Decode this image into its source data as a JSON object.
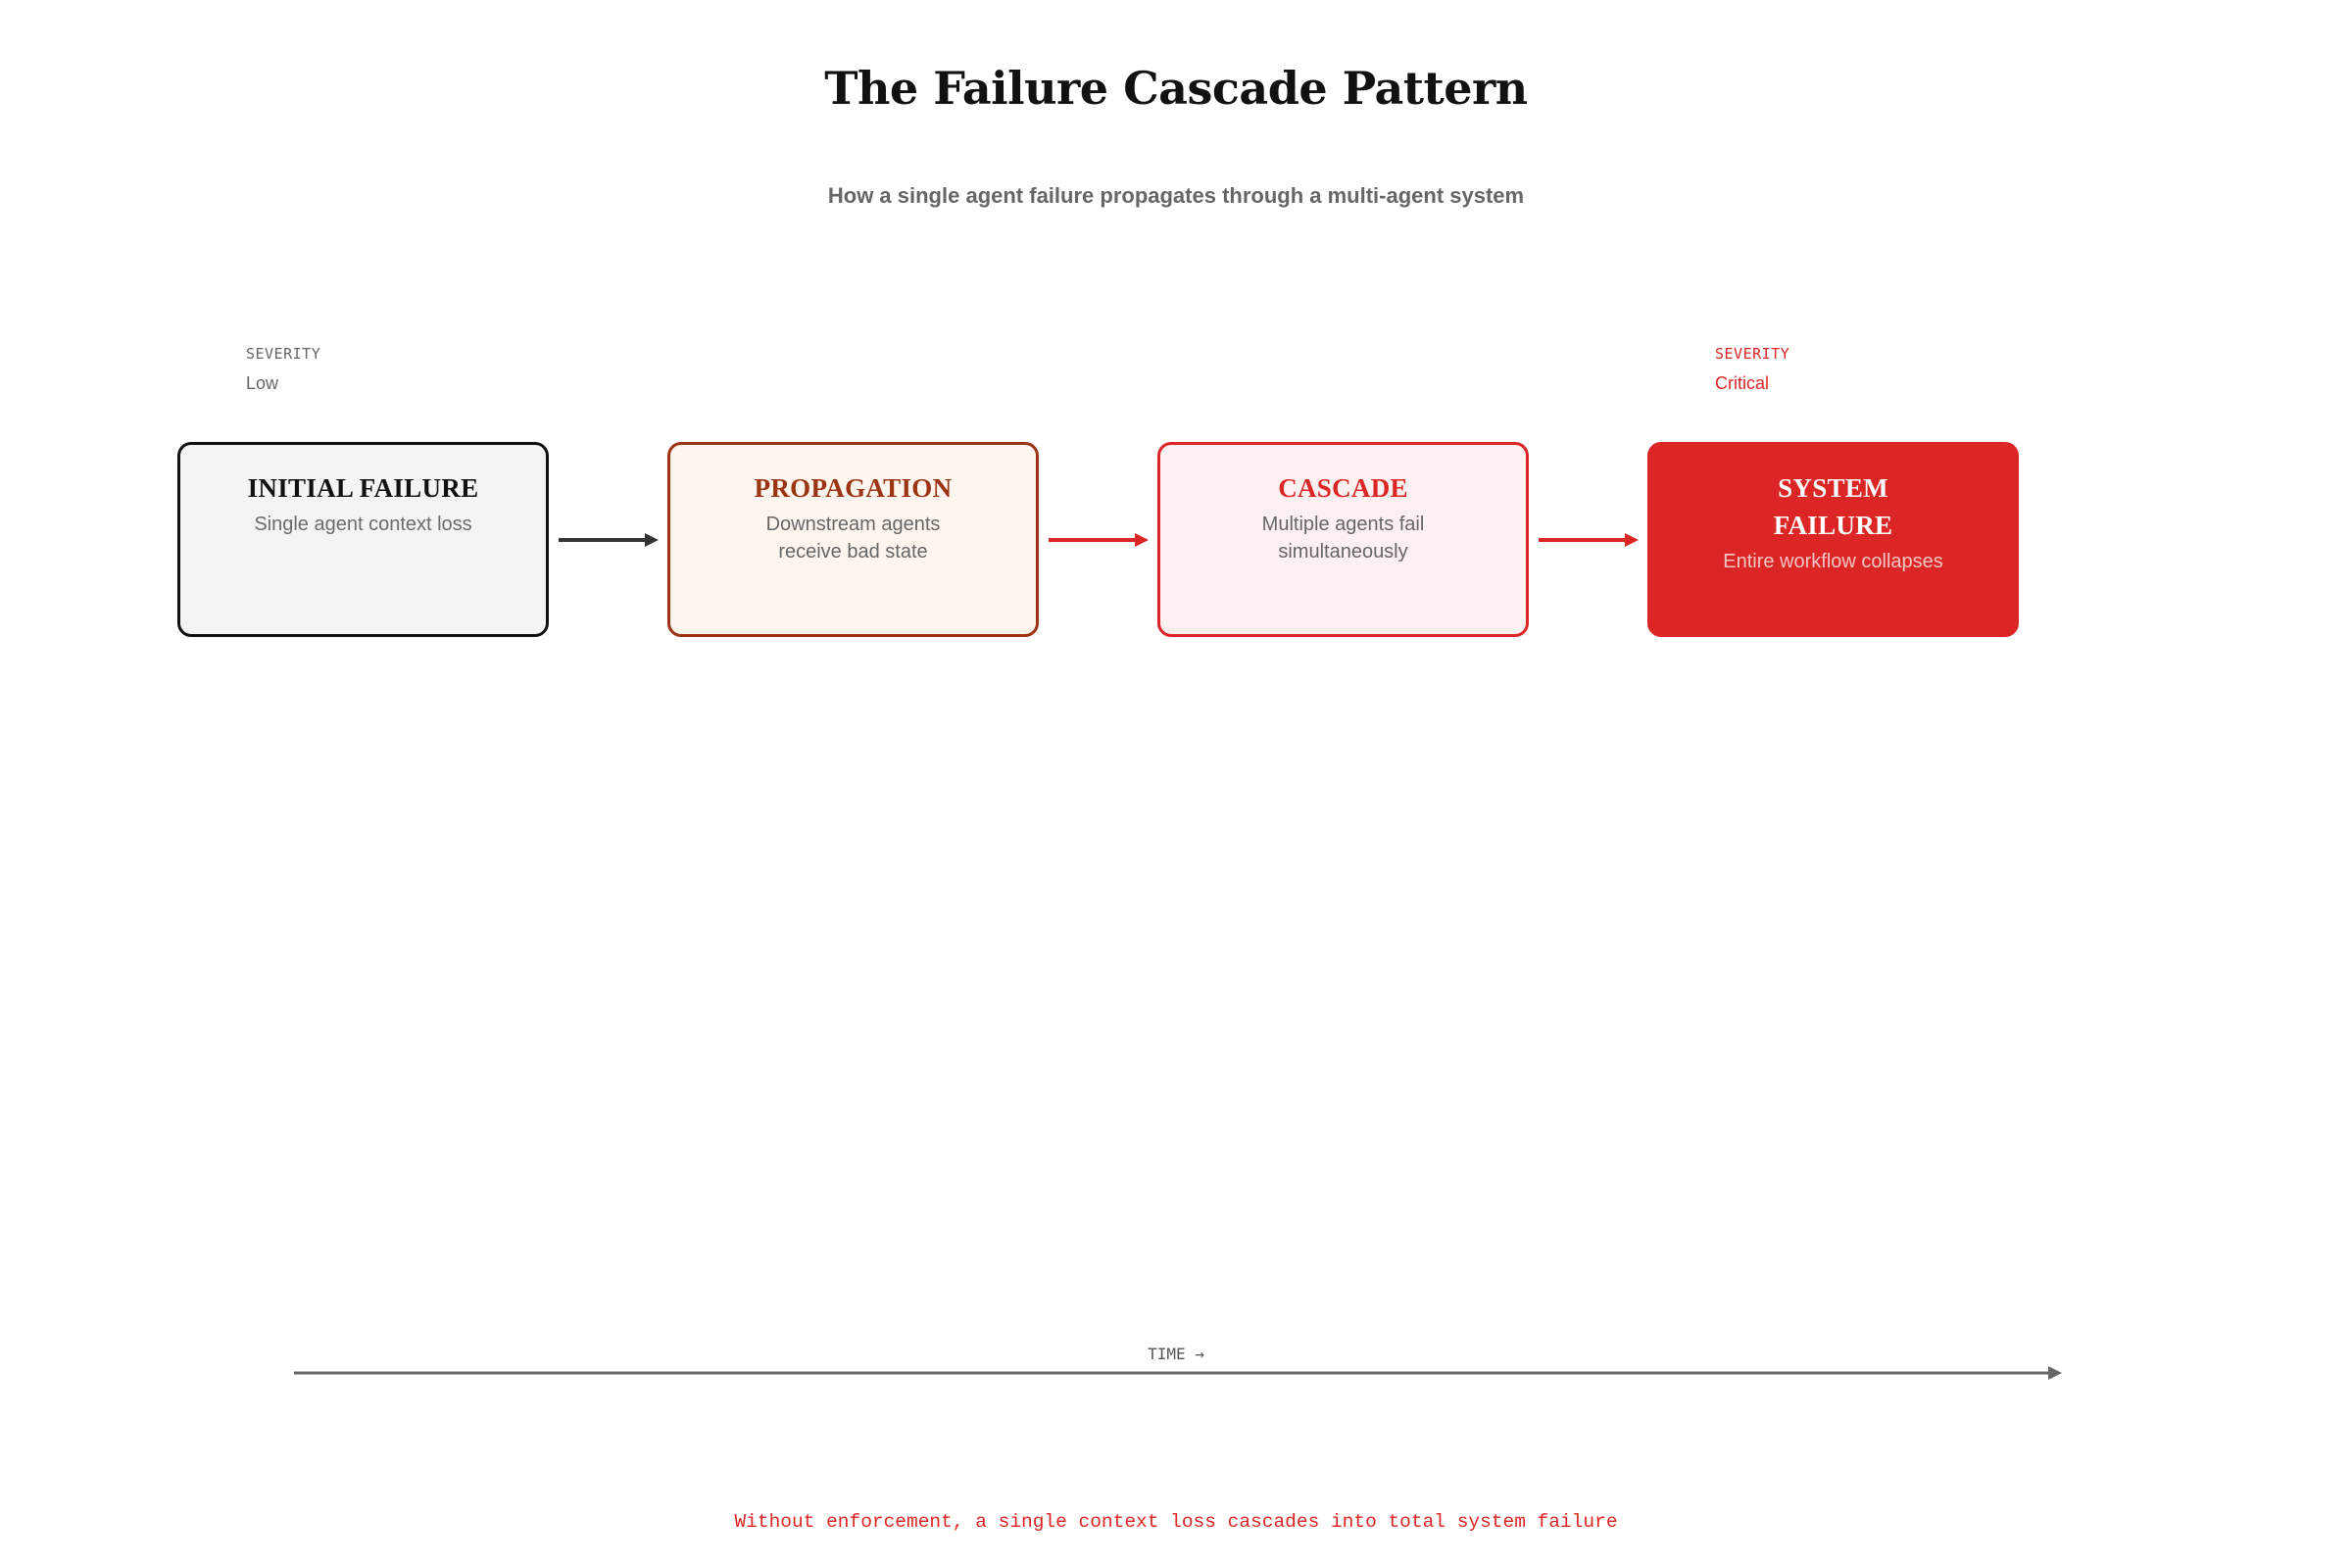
{
  "header": {
    "title": "The Failure Cascade Pattern",
    "subtitle": "How a single agent failure propagates through a multi-agent system"
  },
  "severity": {
    "start": {
      "label": "SEVERITY",
      "value": "Low",
      "color": "#666666"
    },
    "end": {
      "label": "SEVERITY",
      "value": "Critical",
      "color": "#dc2626"
    }
  },
  "stages": [
    {
      "title": "INITIAL FAILURE",
      "description": "Single agent context loss",
      "border": "#111111",
      "background": "#f4f4f4",
      "title_color": "#111111"
    },
    {
      "title": "PROPAGATION",
      "description": "Downstream agents receive bad state",
      "border": "#9a3412",
      "background": "#fef6ee",
      "title_color": "#9a3412"
    },
    {
      "title": "CASCADE",
      "description": "Multiple agents fail simultaneously",
      "border": "#dc2626",
      "background": "#fdf0f1",
      "title_color": "#dc2626"
    },
    {
      "title": "SYSTEM FAILURE",
      "description": "Entire workflow collapses",
      "border": "#dc2626",
      "background": "#dc2626",
      "title_color": "#ffffff"
    }
  ],
  "arrows": [
    {
      "from": "INITIAL FAILURE",
      "to": "PROPAGATION",
      "color": "#333333"
    },
    {
      "from": "PROPAGATION",
      "to": "CASCADE",
      "color": "#dc2626"
    },
    {
      "from": "CASCADE",
      "to": "SYSTEM FAILURE",
      "color": "#dc2626"
    }
  ],
  "time_axis": {
    "label": "TIME →",
    "color": "#666666"
  },
  "footer": {
    "note": "Without enforcement, a single context loss cascades into total system failure"
  }
}
